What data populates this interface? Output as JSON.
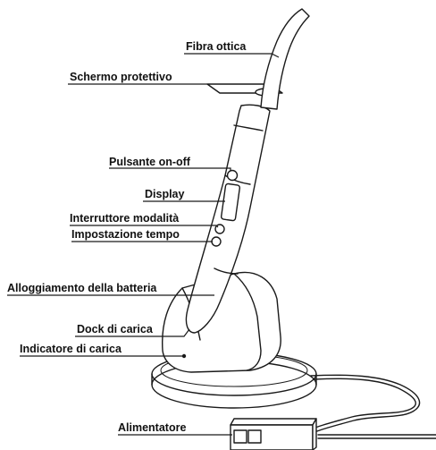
{
  "labels": {
    "fibra_ottica": "Fibra ottica",
    "schermo_protettivo": "Schermo protettivo",
    "pulsante_on_off": "Pulsante on-off",
    "display": "Display",
    "interruttore_modalita": "Interruttore modalità",
    "impostazione_tempo": "Impostazione tempo",
    "alloggiamento_batteria": "Alloggiamento della batteria",
    "dock_di_carica": "Dock di carica",
    "indicatore_di_carica": "Indicatore di carica",
    "alimentatore": "Alimentatore"
  }
}
